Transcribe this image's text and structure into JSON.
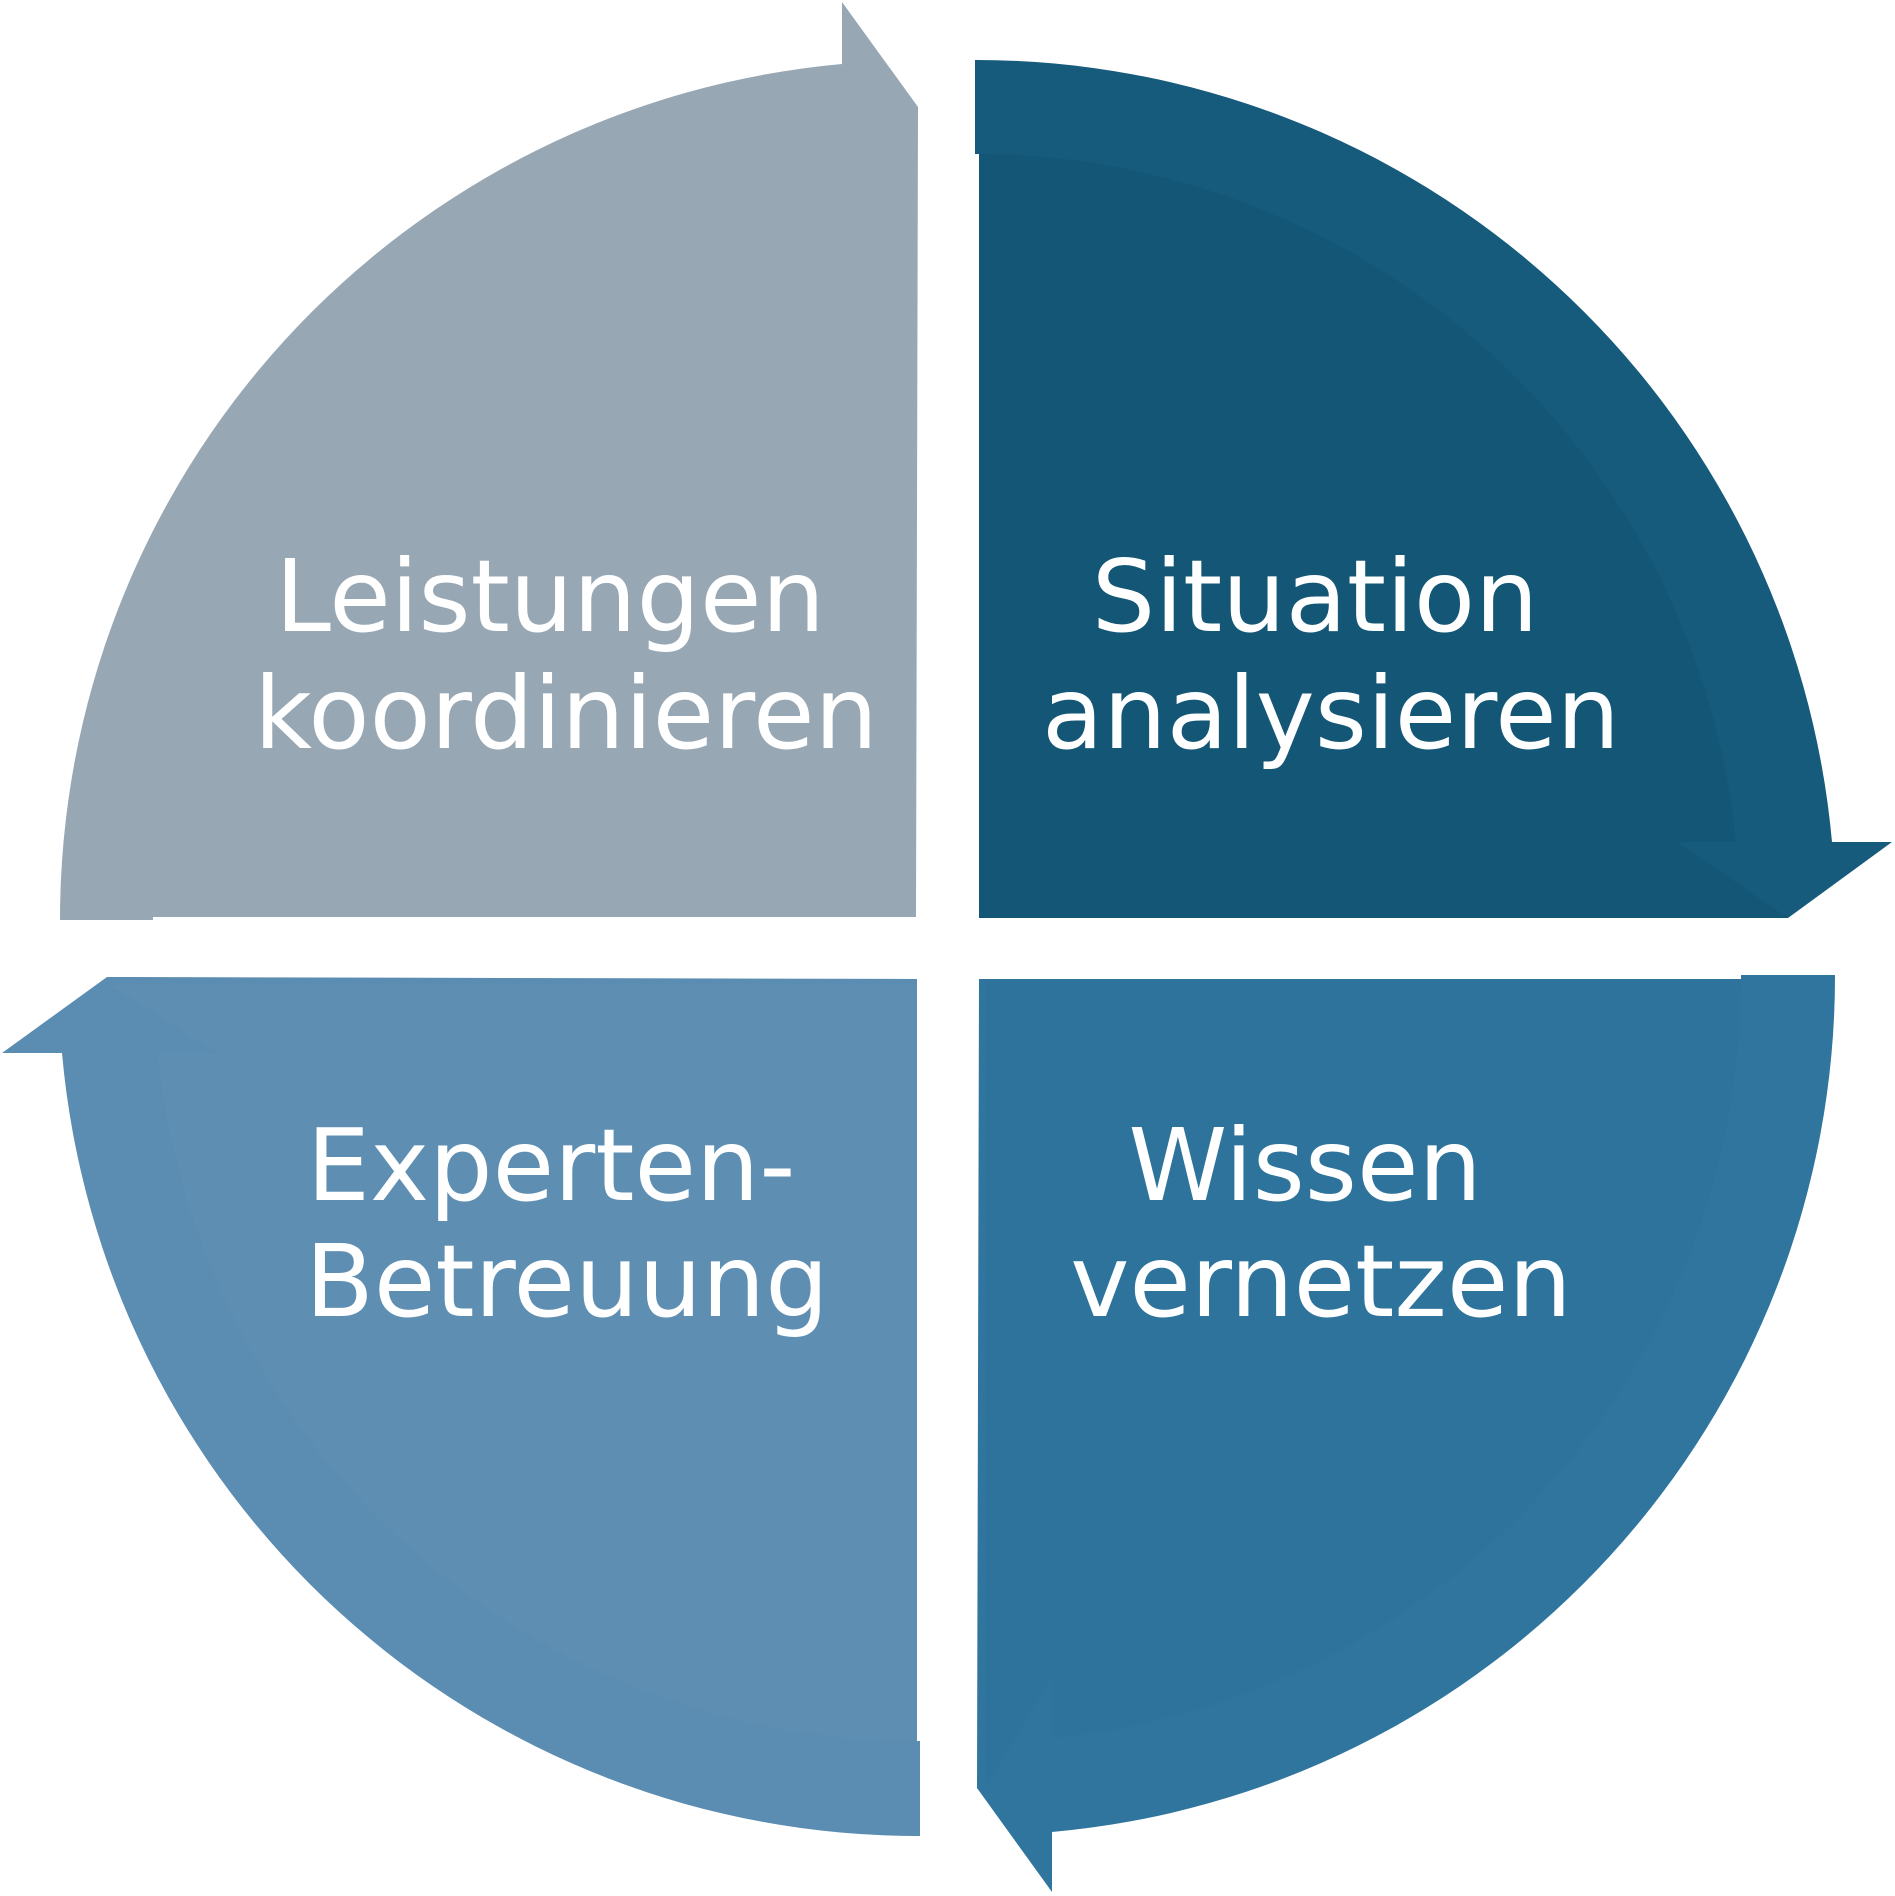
{
  "diagram": {
    "type": "cycle",
    "segments": [
      {
        "id": "situation",
        "line1": "Situation",
        "line2": "analysieren",
        "color": "#165B7C",
        "shade_color": "#135675"
      },
      {
        "id": "wissen",
        "line1": "Wissen",
        "line2": "vernetzen",
        "color": "#2F759D",
        "shade_color": "#2E739B"
      },
      {
        "id": "experten",
        "line1": "Experten-",
        "line2": "Betreuung",
        "color": "#5B8CB1",
        "shade_color": "#5E8FB3"
      },
      {
        "id": "leistungen",
        "line1": "Leistungen",
        "line2": "koordinieren",
        "color": "#97A7B4",
        "shade_color": "#97A7B4"
      }
    ]
  }
}
